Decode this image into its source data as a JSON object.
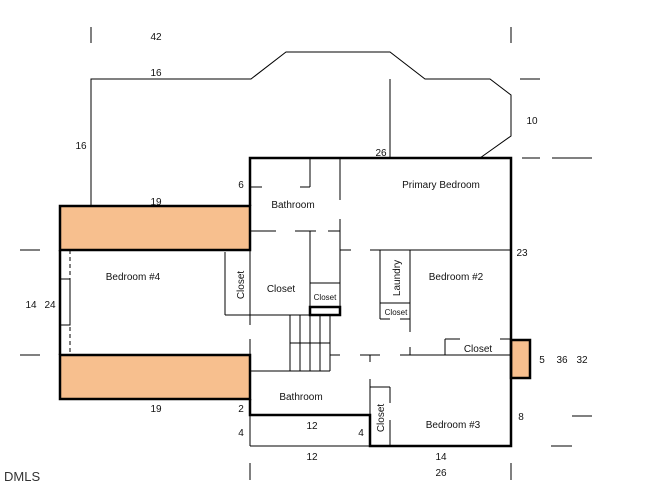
{
  "watermark": "DMLS",
  "colors": {
    "deck": "#f7bf8e",
    "wall": "#000000"
  },
  "rooms": {
    "primary_bedroom": "Primary Bedroom",
    "bathroom_upper": "Bathroom",
    "bedroom4": "Bedroom #4",
    "closet_b4": "Closet",
    "closet_center": "Closet",
    "closet_small": "Closet",
    "laundry": "Laundry",
    "closet_laundry": "Closet",
    "bedroom2": "Bedroom #2",
    "closet_b2": "Closet",
    "bathroom_lower": "Bathroom",
    "closet_b3": "Closet",
    "bedroom3": "Bedroom #3"
  },
  "dimensions": {
    "top_overall": "42",
    "top_left": "16",
    "left_upper": "16",
    "top_main": "26",
    "right_bay": "10",
    "bath_offset": "6",
    "deck_top": "19",
    "deck_bottom": "19",
    "bottom_2": "2",
    "bottom_4_left": "4",
    "bottom_12_inner": "12",
    "bottom_4_right": "4",
    "bottom_12": "12",
    "bottom_14": "14",
    "bottom_26": "26",
    "left_14": "14",
    "left_24": "24",
    "right_23": "23",
    "right_5": "5",
    "right_36": "36",
    "right_32": "32",
    "right_8": "8"
  }
}
